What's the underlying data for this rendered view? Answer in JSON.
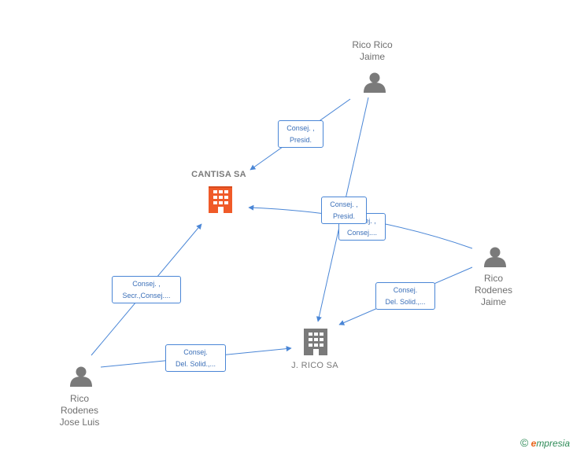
{
  "colors": {
    "edge": "#4a86d6",
    "person": "#7a7a7a",
    "company_main": "#f05a28",
    "company_other": "#7a7a7a"
  },
  "nodes": {
    "rico_rico_jaime": {
      "line1": "Rico Rico",
      "line2": "Jaime",
      "icon": "person-icon"
    },
    "cantisa": {
      "label": "CANTISA SA",
      "icon": "building-icon"
    },
    "rico_rodenes_jaime": {
      "line1": "Rico",
      "line2": "Rodenes",
      "line3": "Jaime",
      "icon": "person-icon"
    },
    "j_rico": {
      "label": "J. RICO SA",
      "icon": "building-icon"
    },
    "rico_rodenes_jose_luis": {
      "line1": "Rico",
      "line2": "Rodenes",
      "line3": "Jose Luis",
      "icon": "person-icon"
    }
  },
  "edges": {
    "e1": {
      "line1": "Consej. ,",
      "line2": "Presid."
    },
    "e2": {
      "line1": "Consej. ,",
      "line2": "Presid."
    },
    "e3": {
      "line1": "Consej. ,",
      "line2": "Consej...."
    },
    "e4": {
      "line1": "Consej. ,",
      "line2": "Secr.,Consej...."
    },
    "e5": {
      "line1": "Consej.",
      "line2": "Del. Solid.,..."
    },
    "e6": {
      "line1": "Consej.",
      "line2": "Del. Solid.,..."
    }
  },
  "footer": {
    "copyright": "©",
    "brand_e": "e",
    "brand_rest": "mpresia"
  }
}
